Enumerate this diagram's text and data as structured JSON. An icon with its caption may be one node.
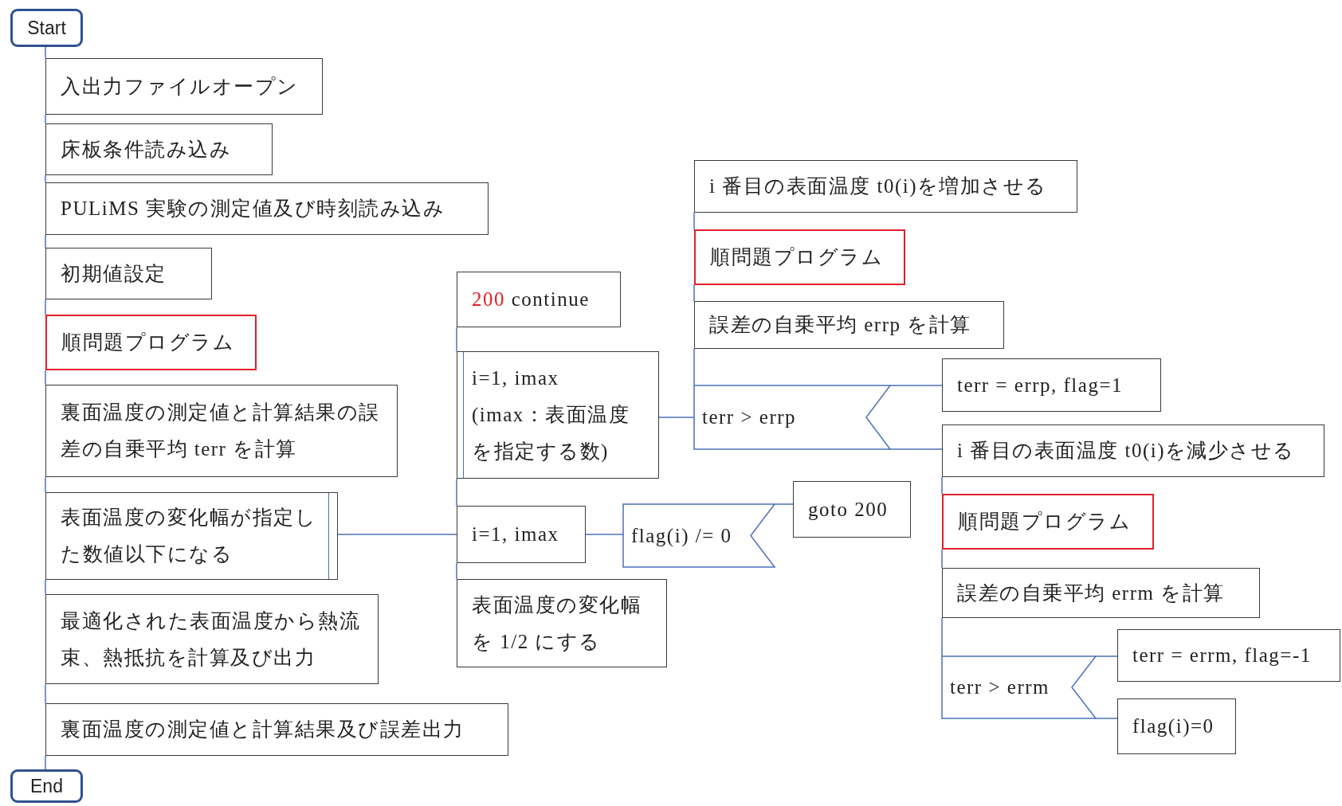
{
  "diagram": {
    "nodes": [
      {
        "text": [
          "Start"
        ]
      },
      {
        "text": [
          "入出力ファイルオープン"
        ]
      },
      {
        "text": [
          "床板条件読み込み"
        ]
      },
      {
        "text": [
          "PULiMS 実験の測定値及び時刻読み込み"
        ]
      },
      {
        "text": [
          "初期値設定"
        ]
      },
      {
        "text": [
          "順問題プログラム"
        ]
      },
      {
        "text": [
          "裏面温度の測定値と計算結果の誤差の自乗平均 terr を計算"
        ]
      },
      {
        "text": [
          "表面温度の変化幅が指定した数値以下になる"
        ]
      },
      {
        "text": [
          "最適化された表面温度から熱流束、熱抵抗を計算及び出力"
        ]
      },
      {
        "text": [
          "裏面温度の測定値と計算結果及び誤差出力"
        ]
      },
      {
        "text": [
          "End"
        ]
      },
      {
        "text": [
          "200 continue"
        ]
      },
      {
        "text": [
          "i=1, imax",
          "(imax：表面温度を指定する数)"
        ]
      },
      {
        "text": [
          "i=1, imax"
        ]
      },
      {
        "text": [
          "表面温度の変化幅を 1/2 にする"
        ]
      },
      {
        "text": [
          "flag(i) /= 0"
        ]
      },
      {
        "text": [
          "goto 200"
        ]
      },
      {
        "text": [
          "i 番目の表面温度 t0(i)を増加させる"
        ]
      },
      {
        "text": [
          "順問題プログラム"
        ]
      },
      {
        "text": [
          "誤差の自乗平均 errp を計算"
        ]
      },
      {
        "text": [
          "terr > errp"
        ]
      },
      {
        "text": [
          "terr = errp, flag=1"
        ]
      },
      {
        "text": [
          "i 番目の表面温度 t0(i)を減少させる"
        ]
      },
      {
        "text": [
          "順問題プログラム"
        ]
      },
      {
        "text": [
          "誤差の自乗平均 errm を計算"
        ]
      },
      {
        "text": [
          "terr > errm"
        ]
      },
      {
        "text": [
          "terr = errm, flag=-1"
        ]
      },
      {
        "text": [
          "flag(i)=0"
        ]
      }
    ],
    "edges": [
      {
        "from": 0,
        "to": 1,
        "arrow": "none"
      },
      {
        "from": 1,
        "to": 2,
        "arrow": "none"
      },
      {
        "from": 2,
        "to": 3,
        "arrow": "none"
      },
      {
        "from": 3,
        "to": 4,
        "arrow": "none"
      },
      {
        "from": 4,
        "to": 5,
        "arrow": "none"
      },
      {
        "from": 5,
        "to": 6,
        "arrow": "none"
      },
      {
        "from": 6,
        "to": 7,
        "arrow": "none"
      },
      {
        "from": 7,
        "to": 8,
        "arrow": "none"
      },
      {
        "from": 8,
        "to": 9,
        "arrow": "none"
      },
      {
        "from": 9,
        "to": 10,
        "arrow": "none"
      },
      {
        "from": 7,
        "to": 13,
        "arrow": "none"
      },
      {
        "from": 11,
        "to": 12,
        "arrow": "none"
      },
      {
        "from": 12,
        "to": 13,
        "arrow": "none"
      },
      {
        "from": 13,
        "to": 14,
        "arrow": "none"
      },
      {
        "from": 13,
        "to": 15,
        "arrow": "none"
      },
      {
        "from": 15,
        "to": 16,
        "arrow": "none"
      },
      {
        "from": 12,
        "to": 20,
        "arrow": "none"
      },
      {
        "from": 17,
        "to": 18,
        "arrow": "none"
      },
      {
        "from": 18,
        "to": 19,
        "arrow": "none"
      },
      {
        "from": 19,
        "to": 20,
        "arrow": "none"
      },
      {
        "from": 20,
        "to": 21,
        "arrow": "none"
      },
      {
        "from": 20,
        "to": 22,
        "arrow": "none"
      },
      {
        "from": 22,
        "to": 23,
        "arrow": "none"
      },
      {
        "from": 23,
        "to": 24,
        "arrow": "none"
      },
      {
        "from": 24,
        "to": 25,
        "arrow": "none"
      },
      {
        "from": 25,
        "to": 26,
        "arrow": "none"
      },
      {
        "from": 25,
        "to": 27,
        "arrow": "none"
      }
    ]
  }
}
